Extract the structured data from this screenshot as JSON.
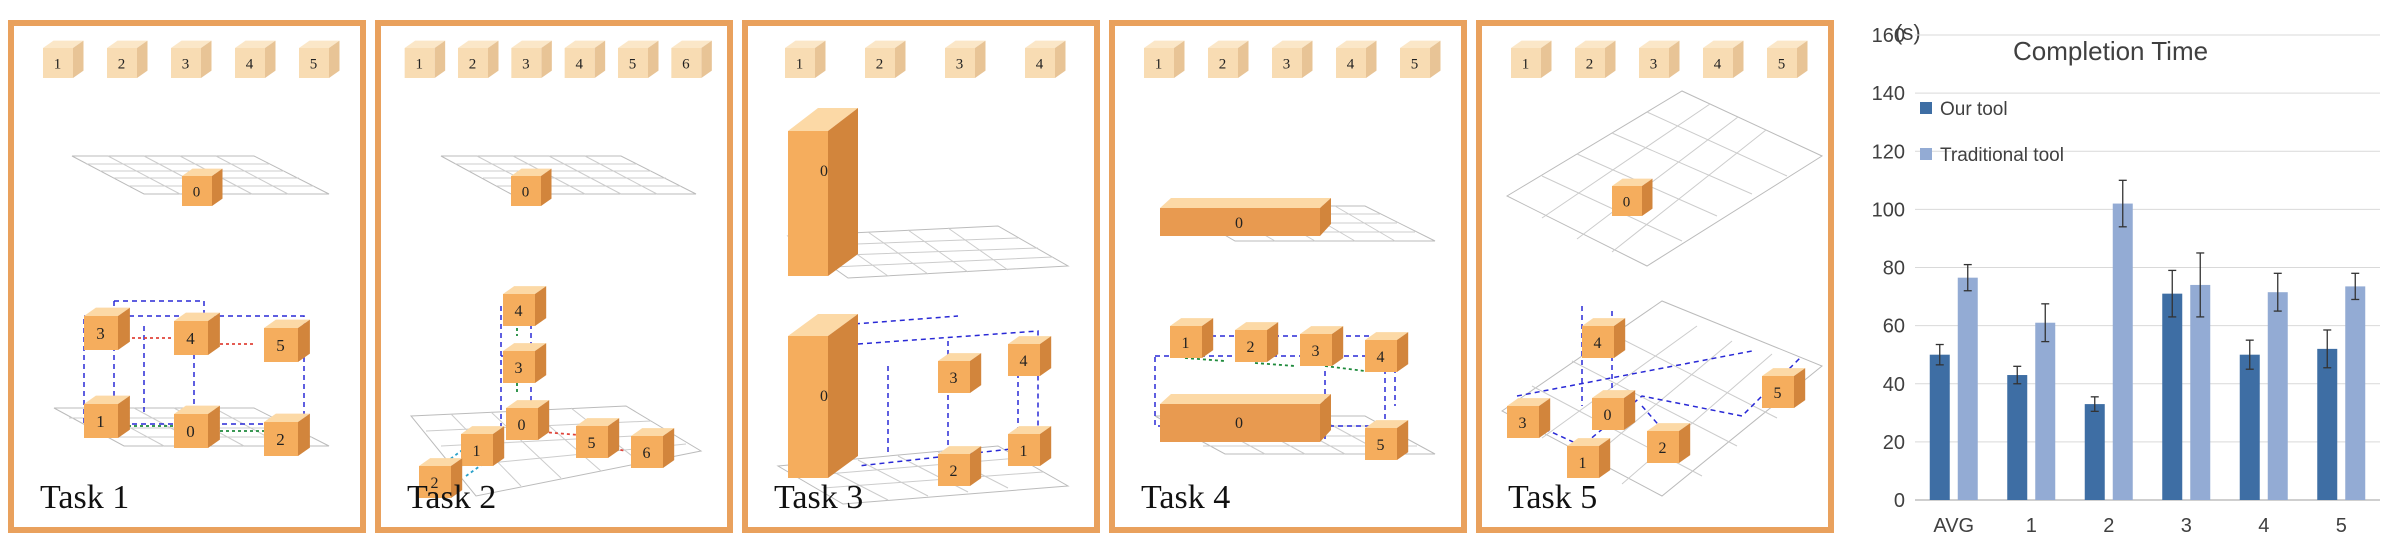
{
  "tasks": [
    {
      "label": "Task 1",
      "cubes": [
        "1",
        "2",
        "3",
        "4",
        "5"
      ]
    },
    {
      "label": "Task 2",
      "cubes": [
        "1",
        "2",
        "3",
        "4",
        "5",
        "6"
      ]
    },
    {
      "label": "Task 3",
      "cubes": [
        "1",
        "2",
        "3",
        "4"
      ]
    },
    {
      "label": "Task 4",
      "cubes": [
        "1",
        "2",
        "3",
        "4",
        "5"
      ]
    },
    {
      "label": "Task 5",
      "cubes": [
        "1",
        "2",
        "3",
        "4",
        "5"
      ]
    }
  ],
  "colors": {
    "panel_border": "#e9a15d",
    "cube_top": "#fcd9a6",
    "cube_front": "#f5ad5d",
    "cube_side": "#d2853c",
    "light_cube": "#f8dcb3",
    "our_tool": "#3e6ea4",
    "traditional_tool": "#93abd4",
    "dashed_blue": "#2929d6",
    "arrow_green": "#1e8a3c",
    "arrow_red": "#e0443a"
  },
  "chart_data": {
    "type": "bar",
    "title": "Completion Time",
    "yunit": "(s)",
    "ylim": [
      0,
      160
    ],
    "yticks": [
      0,
      20,
      40,
      60,
      80,
      100,
      120,
      140,
      160
    ],
    "categories": [
      "AVG",
      "1",
      "2",
      "3",
      "4",
      "5"
    ],
    "series": [
      {
        "name": "Our tool",
        "values": [
          50,
          43,
          33,
          71,
          50,
          52
        ],
        "errors": [
          3.5,
          3,
          2.5,
          8,
          5,
          6.5
        ]
      },
      {
        "name": "Traditional tool",
        "values": [
          76.5,
          61,
          102,
          74,
          71.5,
          73.5
        ],
        "errors": [
          4.5,
          6.5,
          8,
          11,
          6.5,
          4.5
        ]
      }
    ],
    "grid": true,
    "legend_position": "top-left"
  }
}
